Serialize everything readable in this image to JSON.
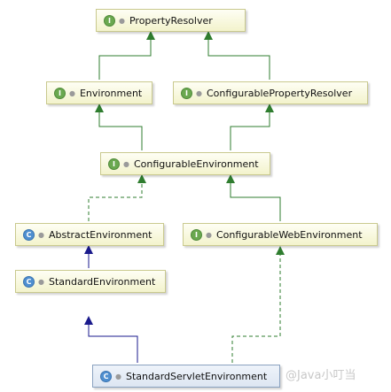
{
  "nodes": [
    {
      "id": "property-resolver",
      "kind": "interface",
      "badge": "I",
      "name": "PropertyResolver"
    },
    {
      "id": "environment",
      "kind": "interface",
      "badge": "I",
      "name": "Environment"
    },
    {
      "id": "configurable-property-resolver",
      "kind": "interface",
      "badge": "I",
      "name": "ConfigurablePropertyResolver"
    },
    {
      "id": "configurable-environment",
      "kind": "interface",
      "badge": "I",
      "name": "ConfigurableEnvironment"
    },
    {
      "id": "abstract-environment",
      "kind": "class",
      "badge": "C",
      "name": "AbstractEnvironment"
    },
    {
      "id": "configurable-web-environment",
      "kind": "interface",
      "badge": "I",
      "name": "ConfigurableWebEnvironment"
    },
    {
      "id": "standard-environment",
      "kind": "class",
      "badge": "C",
      "name": "StandardEnvironment"
    },
    {
      "id": "standard-servlet-environment",
      "kind": "class",
      "badge": "C",
      "name": "StandardServletEnvironment"
    }
  ],
  "edges": [
    {
      "from": "environment",
      "to": "property-resolver",
      "type": "extends"
    },
    {
      "from": "configurable-property-resolver",
      "to": "property-resolver",
      "type": "extends"
    },
    {
      "from": "configurable-environment",
      "to": "environment",
      "type": "extends"
    },
    {
      "from": "configurable-environment",
      "to": "configurable-property-resolver",
      "type": "extends"
    },
    {
      "from": "abstract-environment",
      "to": "configurable-environment",
      "type": "implements"
    },
    {
      "from": "configurable-web-environment",
      "to": "configurable-environment",
      "type": "extends"
    },
    {
      "from": "standard-environment",
      "to": "abstract-environment",
      "type": "extends"
    },
    {
      "from": "standard-servlet-environment",
      "to": "standard-environment",
      "type": "extends"
    },
    {
      "from": "standard-servlet-environment",
      "to": "configurable-web-environment",
      "type": "implements"
    }
  ],
  "colors": {
    "extends_line": "#2f7d2f",
    "implements_line": "#2f7d2f",
    "class_inheritance_line": "#1a1a8c",
    "node_fill": "#f6f6d8",
    "interface_badge": "#6aa84f",
    "class_badge": "#4f8fd0"
  },
  "watermark": "@Java小叮当"
}
